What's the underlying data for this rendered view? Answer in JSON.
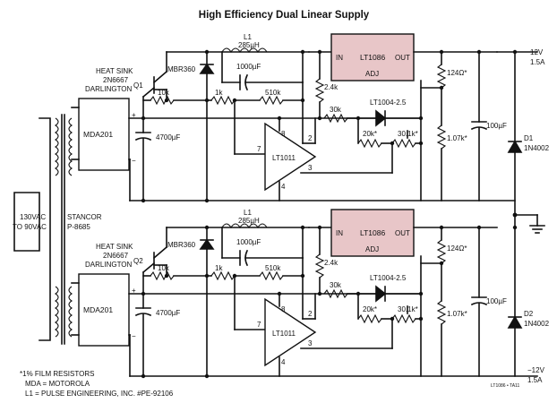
{
  "title": "High Efficiency Dual Linear Supply",
  "input": {
    "voltage_line1": "130VAC",
    "voltage_line2": "TO 90VAC"
  },
  "transformer": {
    "name_line1": "STANCOR",
    "name_line2": "P-8685"
  },
  "channels": [
    {
      "rectifier": "MDA201",
      "rect_plus": "+",
      "rect_minus": "−",
      "filter_cap": "4700µF",
      "transistor_ref": "Q1",
      "heatsink_line1": "HEAT SINK",
      "heatsink_line2": "2N6667",
      "heatsink_line3": "DARLINGTON",
      "inductor_ref": "L1",
      "inductor_val": "285µH",
      "schottky": "MBR360",
      "cap_1000": "1000µF",
      "r_10k": "10k",
      "r_1k": "1k",
      "r_510k": "510k",
      "r_2k4": "2.4k",
      "r_30k": "30k",
      "reference": "LT1004-2.5",
      "r_20k": "20k*",
      "r_30k1": "30.1k*",
      "opamp": "LT1011",
      "opamp_pin8": "8",
      "opamp_pin7": "7",
      "opamp_pin2": "2",
      "opamp_pin3": "3",
      "opamp_pin4": "4",
      "regulator": "LT1086",
      "reg_in": "IN",
      "reg_out": "OUT",
      "reg_adj": "ADJ",
      "r_124": "124Ω*",
      "r_1k07": "1.07k*",
      "out_cap": "100µF",
      "diode_ref": "D1",
      "diode_part": "1N4002",
      "out_voltage": "12V",
      "out_current": "1.5A"
    },
    {
      "rectifier": "MDA201",
      "rect_plus": "+",
      "rect_minus": "−",
      "filter_cap": "4700µF",
      "transistor_ref": "Q2",
      "heatsink_line1": "HEAT SINK",
      "heatsink_line2": "2N6667",
      "heatsink_line3": "DARLINGTON",
      "inductor_ref": "L1",
      "inductor_val": "285µH",
      "schottky": "MBR360",
      "cap_1000": "1000µF",
      "r_10k": "10k",
      "r_1k": "1k",
      "r_510k": "510k",
      "r_2k4": "2.4k",
      "r_30k": "30k",
      "reference": "LT1004-2.5",
      "r_20k": "20k*",
      "r_30k1": "30.1k*",
      "opamp": "LT1011",
      "opamp_pin8": "8",
      "opamp_pin7": "7",
      "opamp_pin2": "2",
      "opamp_pin3": "3",
      "opamp_pin4": "4",
      "regulator": "LT1086",
      "reg_in": "IN",
      "reg_out": "OUT",
      "reg_adj": "ADJ",
      "r_124": "124Ω*",
      "r_1k07": "1.07k*",
      "out_cap": "100µF",
      "diode_ref": "D2",
      "diode_part": "1N4002",
      "out_voltage": "−12V",
      "out_current": "1.5A"
    }
  ],
  "notes": {
    "line1": "*1% FILM RESISTORS",
    "line2": "MDA = MOTOROLA",
    "line3": "L1 = PULSE ENGINEERING, INC. #PE-92106"
  },
  "figure_id": "LT1086 • TA11"
}
